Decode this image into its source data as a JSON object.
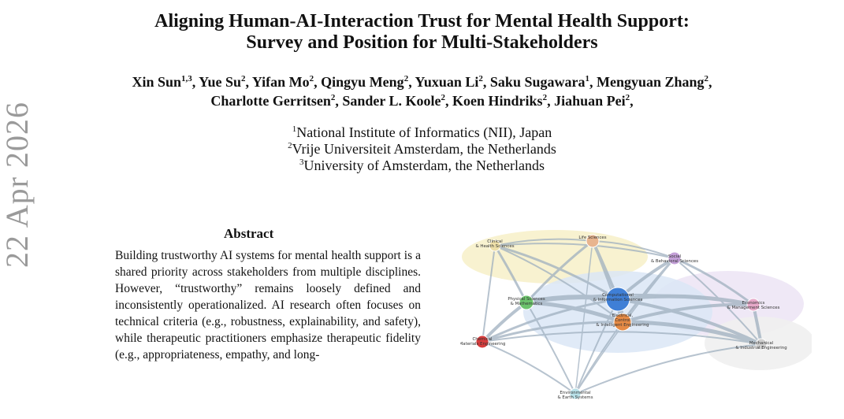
{
  "paper": {
    "title_line1": "Aligning Human-AI-Interaction Trust for Mental Health Support:",
    "title_line2": "Survey and Position for Multi-Stakeholders",
    "arxiv_fragment": "22 Apr 2026",
    "authors": [
      {
        "name": "Xin Sun",
        "sup": "1,3",
        "sep": ", "
      },
      {
        "name": "Yue Su",
        "sup": "2",
        "sep": ", "
      },
      {
        "name": "Yifan Mo",
        "sup": "2",
        "sep": ", "
      },
      {
        "name": "Qingyu Meng",
        "sup": "2",
        "sep": ", "
      },
      {
        "name": "Yuxuan Li",
        "sup": "2",
        "sep": ", "
      },
      {
        "name": "Saku Sugawara",
        "sup": "1",
        "sep": ", "
      },
      {
        "name": "Mengyuan Zhang",
        "sup": "2",
        "sep": ","
      },
      {
        "name": "Charlotte Gerritsen",
        "sup": "2",
        "sep": ", "
      },
      {
        "name": "Sander L. Koole",
        "sup": "2",
        "sep": ", "
      },
      {
        "name": "Koen Hindriks",
        "sup": "2",
        "sep": ", "
      },
      {
        "name": "Jiahuan Pei",
        "sup": "2",
        "sep": ","
      }
    ],
    "affiliations": [
      {
        "sup": "1",
        "text": "National Institute of Informatics (NII), Japan"
      },
      {
        "sup": "2",
        "text": "Vrije Universiteit Amsterdam, the Netherlands"
      },
      {
        "sup": "3",
        "text": "University of Amsterdam, the Netherlands"
      }
    ],
    "abstract_heading": "Abstract",
    "abstract_text": "Building trustworthy AI systems for mental health support is a shared priority across stakeholders from multiple disciplines. However, “trustworthy” remains loosely defined and inconsistently operationalized. AI research often focuses on technical criteria (e.g., robustness, explainability, and safety), while therapeutic practitioners emphasize therapeutic fidelity (e.g., appropriateness, empathy, and long-"
  },
  "figure": {
    "nodes": [
      {
        "id": "clinical",
        "label": [
          "Clinical",
          "& Health Sciences"
        ],
        "color": "#eedfa8"
      },
      {
        "id": "life",
        "label": [
          "Life Sciences"
        ],
        "color": "#e8b48e"
      },
      {
        "id": "social",
        "label": [
          "Social",
          "& Behavioral Sciences"
        ],
        "color": "#c4a0d8"
      },
      {
        "id": "physical",
        "label": [
          "Physical Sciences",
          "& Mathematics"
        ],
        "color": "#6cc36c"
      },
      {
        "id": "computational",
        "label": [
          "Computational",
          "& Information Sciences"
        ],
        "color": "#3f7fd6"
      },
      {
        "id": "electrical",
        "label": [
          "Electrical,",
          "Control",
          "& Intelligent Engineering"
        ],
        "color": "#e58a45"
      },
      {
        "id": "economics",
        "label": [
          "Economics",
          "& Management Sciences"
        ],
        "color": "#e6a8c8"
      },
      {
        "id": "chemical",
        "label": [
          "Chemical",
          "Materials Engineering"
        ],
        "color": "#d63c3c"
      },
      {
        "id": "mechanical",
        "label": [
          "Mechanical",
          "& Industrial Engineering"
        ],
        "color": "#cfcfcf"
      },
      {
        "id": "environmental",
        "label": [
          "Environmental",
          "& Earth Systems"
        ],
        "color": "#b8e0e8"
      }
    ]
  }
}
